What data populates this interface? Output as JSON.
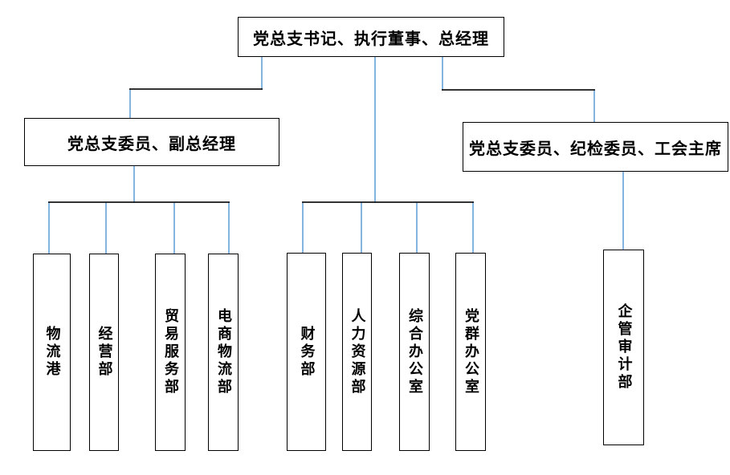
{
  "org_chart": {
    "root": "党总支书记、执行董事、总经理",
    "branch_left": "党总支委员、副总经理",
    "branch_right": "党总支委员、纪检委员、工会主席",
    "left_departments": [
      "物流港",
      "经营部",
      "贸易服务部",
      "电商物流部"
    ],
    "middle_departments": [
      "财务部",
      "人力资源部",
      "综合办公室",
      "党群办公室"
    ],
    "right_departments": [
      "企管审计部"
    ]
  },
  "colors": {
    "connector_blue": "#5B9BD5",
    "connector_black": "#161616",
    "box_border": "#000000",
    "background": "#FFFFFF",
    "text": "#000000"
  }
}
